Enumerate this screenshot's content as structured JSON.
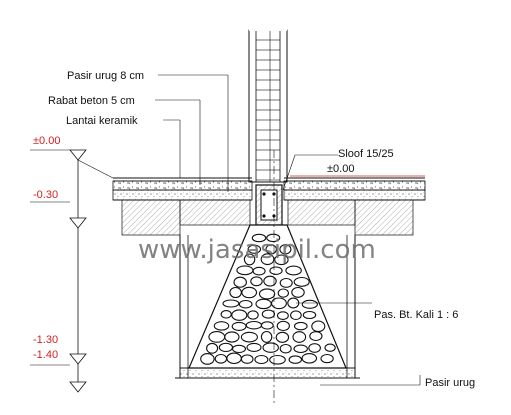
{
  "labels": {
    "pasir_urug_top": "Pasir urug 8 cm",
    "rabat_beton": "Rabat beton 5 cm",
    "lantai_keramik": "Lantai keramik",
    "sloof": "Sloof 15/25",
    "floor_level": "±0.00",
    "pas_bt_kali": "Pas. Bt. Kali 1 : 6",
    "pasir_urug_bottom": "Pasir urug"
  },
  "levels": [
    {
      "text": "±0.00",
      "color": "#d42020"
    },
    {
      "text": "-0.30",
      "color": "#d42020"
    },
    {
      "text": "-1.30",
      "color": "#d42020"
    },
    {
      "text": "-1.40",
      "color": "#d42020"
    }
  ],
  "watermark": "www.jasasipil.com",
  "colors": {
    "line": "#111111",
    "accent_red": "#d42020",
    "hatch": "#888888"
  }
}
